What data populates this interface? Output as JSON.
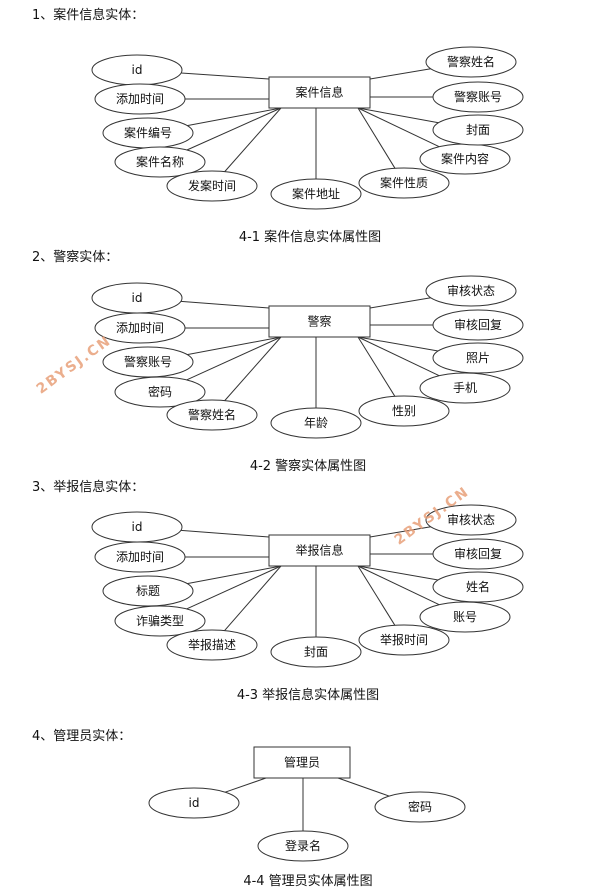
{
  "sections": [
    {
      "heading": "1、案件信息实体：",
      "caption": "4-1 案件信息实体属性图",
      "entity": "案件信息",
      "attributes": [
        "id",
        "添加时间",
        "案件编号",
        "案件名称",
        "发案时间",
        "案件地址",
        "案件性质",
        "案件内容",
        "封面",
        "警察账号",
        "警察姓名"
      ]
    },
    {
      "heading": "2、警察实体：",
      "caption": "4-2 警察实体属性图",
      "entity": "警察",
      "attributes": [
        "id",
        "添加时间",
        "警察账号",
        "密码",
        "警察姓名",
        "年龄",
        "性别",
        "手机",
        "照片",
        "审核回复",
        "审核状态"
      ]
    },
    {
      "heading": "3、举报信息实体：",
      "caption": "4-3 举报信息实体属性图",
      "entity": "举报信息",
      "attributes": [
        "id",
        "添加时间",
        "标题",
        "诈骗类型",
        "举报描述",
        "封面",
        "举报时间",
        "账号",
        "姓名",
        "审核回复",
        "审核状态"
      ]
    },
    {
      "heading": "4、管理员实体：",
      "caption": "4-4 管理员实体属性图",
      "entity": "管理员",
      "attributes": [
        "id",
        "登录名",
        "密码"
      ]
    }
  ],
  "watermarks": [
    "2BYSJ.CN",
    "2BYSJ.CN"
  ],
  "colors": {
    "stroke": "#333333",
    "fill": "#ffffff",
    "watermark": "#e8a07a"
  }
}
